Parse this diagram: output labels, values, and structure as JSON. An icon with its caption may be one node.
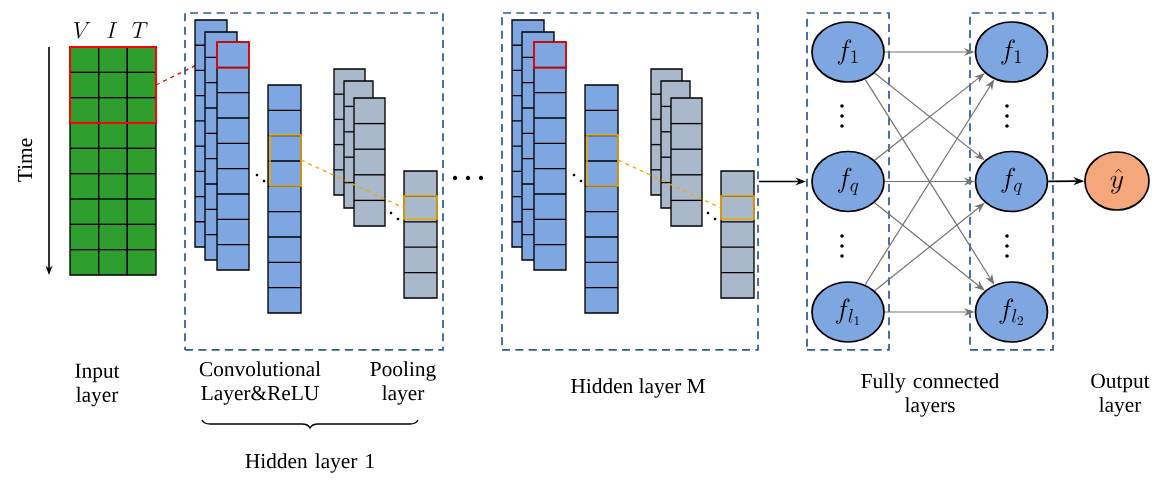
{
  "diagram": {
    "nodes": [
      {
        "text": [],
        "shape": "box"
      },
      {
        "text": [
          "Hidden layer M"
        ]
      },
      {
        "text": [],
        "shape": "box"
      },
      {
        "text": [
          "f_1"
        ],
        "in": 2
      },
      {
        "text": [
          "f_q"
        ],
        "in": 2
      },
      {
        "text": [
          "f_{l_1}"
        ],
        "in": 2
      },
      {
        "text": [],
        "shape": "box"
      },
      {
        "text": [
          "f_1"
        ],
        "in": 6
      },
      {
        "text": [
          "f_q"
        ],
        "in": 6
      },
      {
        "text": [
          "f_{l_2}"
        ],
        "in": 6
      },
      {
        "text": [
          "\\hat{y}"
        ]
      }
    ],
    "edges": [
      {
        "from": 1,
        "to": 2,
        "arrow": "to",
        "color": "#000000"
      },
      {
        "from": 3,
        "to": 7,
        "arrow": "to"
      },
      {
        "from": 3,
        "to": 8,
        "arrow": "to"
      },
      {
        "from": 3,
        "to": 9,
        "arrow": "to"
      },
      {
        "from": 4,
        "to": 7,
        "arrow": "to"
      },
      {
        "from": 4,
        "to": 8,
        "arrow": "to"
      },
      {
        "from": 4,
        "to": 9,
        "arrow": "to"
      },
      {
        "from": 5,
        "to": 7,
        "arrow": "to"
      },
      {
        "from": 5,
        "to": 8,
        "arrow": "to"
      },
      {
        "from": 5,
        "to": 9,
        "arrow": "to"
      },
      {
        "from": 8,
        "to": 10,
        "arrow": "to",
        "color": "#000000"
      }
    ],
    "labels": [
      "V",
      "I",
      "T",
      "Time",
      "Input layer",
      "Convolutional Layer&ReLU",
      "Pooling layer",
      "Hidden layer 1",
      "Fully connected layers",
      "Output layer"
    ]
  }
}
